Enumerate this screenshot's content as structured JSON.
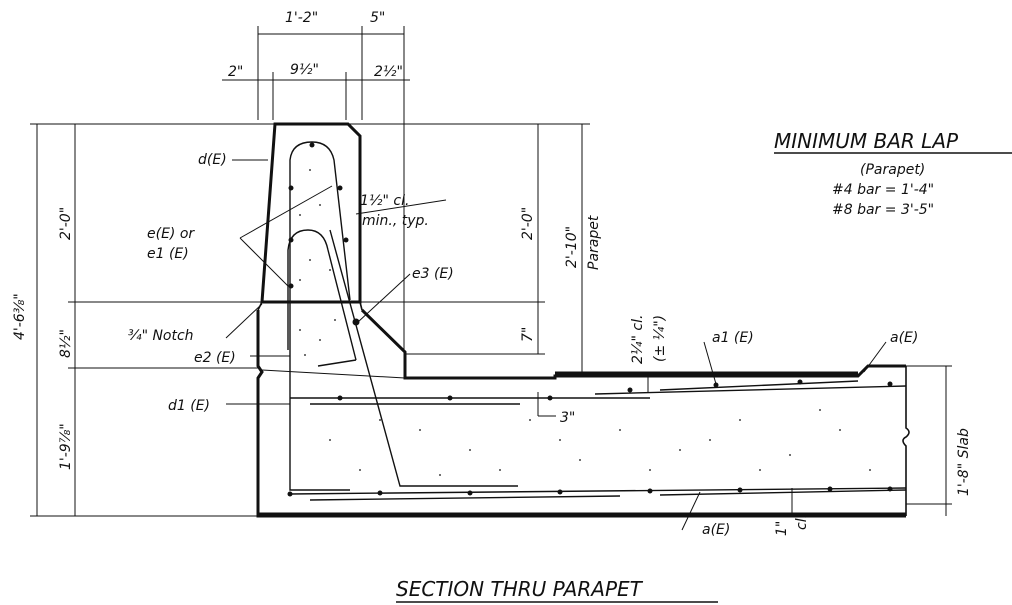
{
  "title": "SECTION THRU PARAPET",
  "lap_table": {
    "heading": "MINIMUM BAR LAP",
    "subheading": "(Parapet)",
    "rows": [
      "#4 bar = 1'-4\"",
      "#8 bar = 3'-5\""
    ]
  },
  "dimensions": {
    "top_width": "1'-2\"",
    "top_right": "5\"",
    "left_offset": "2\"",
    "inner_width": "9½\"",
    "right_offset": "2½\"",
    "overall_height": "4'-6⅜\"",
    "upper_height": "2'-0\"",
    "notch_height": "8½\"",
    "slab_zone_height": "1'-9⅞\"",
    "inner_upper_height": "2'-0\"",
    "inner_lower_height": "7\"",
    "parapet_height": "2'-10\"",
    "parapet_height_label": "Parapet",
    "top_cover": "2¼\" cl.",
    "top_cover_tol": "(± ¼\")",
    "slab_depth": "1'-8\" Slab",
    "bottom_cover": "1\"",
    "bottom_cover_label": "cl.",
    "lap_spacing": "3\"",
    "clear_cover_1": "1½\" cl.",
    "clear_cover_2": "min., typ."
  },
  "labels": {
    "d": "d(E)",
    "e_or": "e(E) or",
    "e1": "e1 (E)",
    "e3": "e3 (E)",
    "notch": "¾\" Notch",
    "e2": "e2 (E)",
    "d1": "d1 (E)",
    "a1": "a1 (E)",
    "a_top": "a(E)",
    "a_bottom": "a(E)"
  }
}
